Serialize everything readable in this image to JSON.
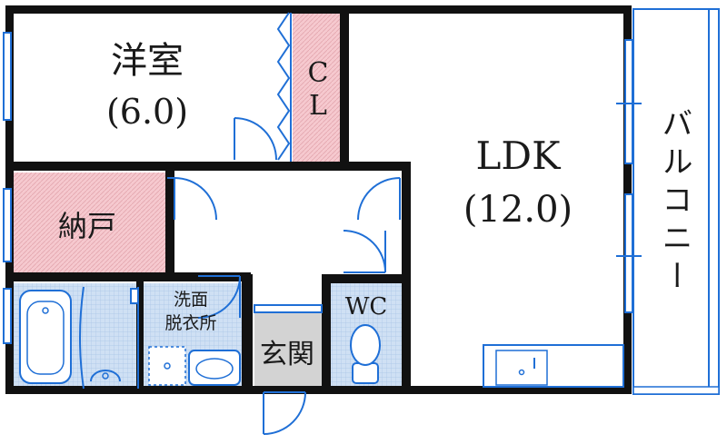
{
  "rooms": {
    "western": {
      "name": "洋室",
      "size": "(6.0)"
    },
    "closet": {
      "name": "CL"
    },
    "ldk": {
      "name": "LDK",
      "size": "(12.0)"
    },
    "storage": {
      "name": "納戸"
    },
    "washroom": {
      "line1": "洗面",
      "line2": "脱衣所"
    },
    "entrance": {
      "name": "玄関"
    },
    "wc": {
      "name": "WC"
    },
    "balcony": {
      "name": "バルコニー"
    }
  },
  "colors": {
    "wall": "#111111",
    "fixture": "#1f6fd6",
    "storage_fill": "#f6c9cf",
    "wet_area_fill": "#cfe0f4",
    "entrance_fill": "#d3d3d3"
  }
}
